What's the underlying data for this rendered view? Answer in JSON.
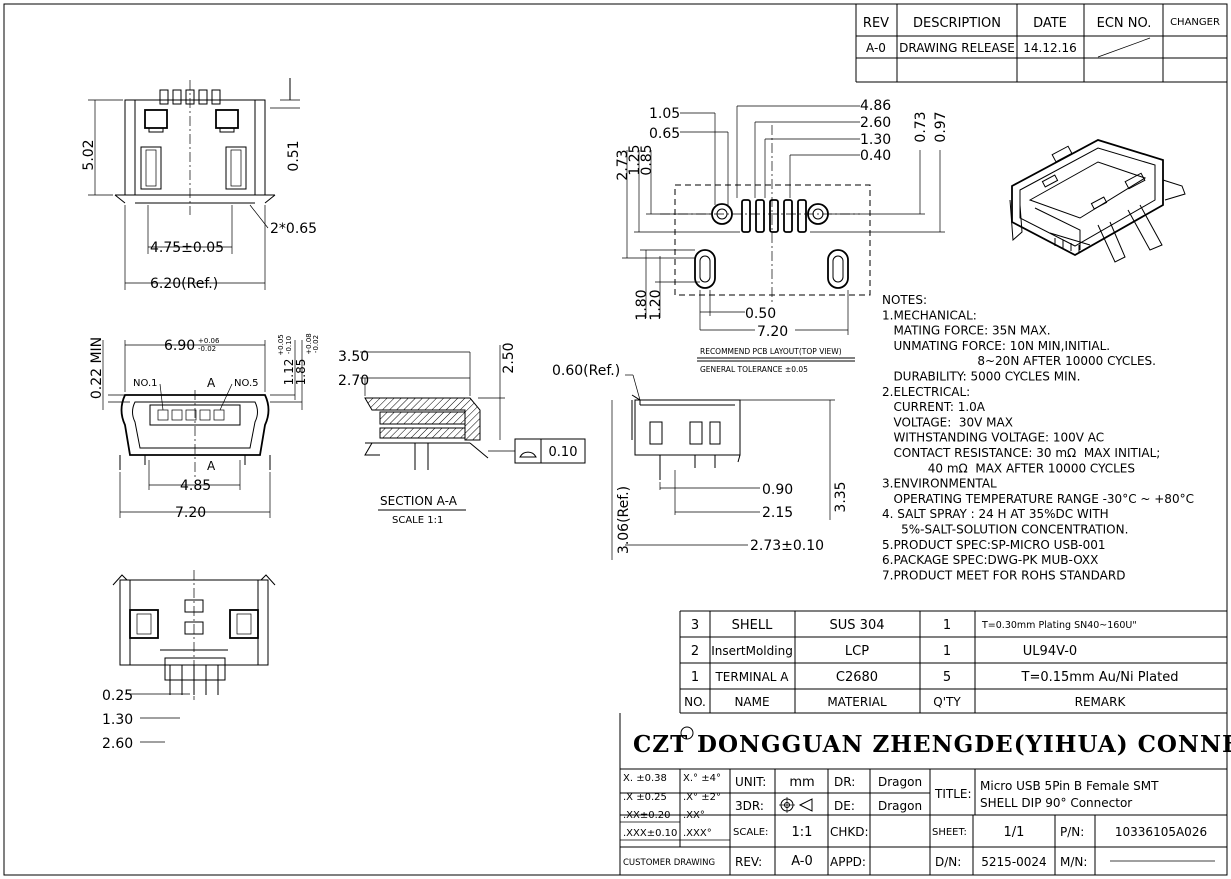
{
  "revision_block": {
    "headers": [
      "REV",
      "DESCRIPTION",
      "DATE",
      "ECN NO.",
      "CHANGER"
    ],
    "rows": [
      [
        "A-0",
        "DRAWING RELEASE",
        "14.12.16",
        "",
        ""
      ]
    ]
  },
  "front_view": {
    "dims": {
      "height": "5.02",
      "right": "0.51",
      "pitch": "2*0.65",
      "width_tol": "4.75±0.05",
      "width_ref": "6.20(Ref.)"
    }
  },
  "pcb_layout": {
    "dims_top": [
      "1.05",
      "0.65",
      "4.86",
      "2.60",
      "1.30",
      "0.40"
    ],
    "dims_right": [
      "0.73",
      "0.97"
    ],
    "dims_left": [
      "2.73",
      "1.25",
      "0.85"
    ],
    "dims_bottom_left": [
      "1.80",
      "1.20"
    ],
    "dims_bottom": [
      "0.50",
      "7.20"
    ],
    "caption": "RECOMMEND PCB LAYOUT(TOP VIEW)",
    "tolerance": "GENERAL TOLERANCE ±0.05"
  },
  "mid_view": {
    "width": "6.90",
    "width_tol_up": "+0.06",
    "width_tol_dn": "-0.02",
    "min_label": "0.22 MIN",
    "h1": "1.12",
    "h1_up": "+0.05",
    "h1_dn": "-0.10",
    "h2": "1.85",
    "h2_up": "+0.08",
    "h2_dn": "-0.02",
    "no1": "NO.1",
    "no5": "NO.5",
    "sec_a": "A",
    "dim_485": "4.85",
    "dim_720": "7.20"
  },
  "section": {
    "dims": [
      "3.50",
      "2.70",
      "2.50"
    ],
    "flatness": "0.10",
    "title": "SECTION A-A",
    "scale": "SCALE 1:1"
  },
  "side_view": {
    "top_ref": "0.60(Ref.)",
    "left_ref": "3.06(Ref.)",
    "dims": [
      "0.90",
      "2.15",
      "2.73±0.10",
      "3.35"
    ]
  },
  "bottom_view": {
    "dims": [
      "0.25",
      "1.30",
      "2.60"
    ]
  },
  "notes": [
    "NOTES:",
    "1.MECHANICAL:",
    "   MATING FORCE: 35N MAX.",
    "   UNMATING FORCE: 10N MIN,INITIAL.",
    "                         8~20N AFTER 10000 CYCLES.",
    "   DURABILITY: 5000 CYCLES MIN.",
    "2.ELECTRICAL:",
    "   CURRENT: 1.0A",
    "   VOLTAGE:  30V MAX",
    "   WITHSTANDING VOLTAGE: 100V AC",
    "   CONTACT RESISTANCE: 30 mΩ  MAX INITIAL;",
    "            40 mΩ  MAX AFTER 10000 CYCLES",
    "3.ENVIRONMENTAL",
    "   OPERATING TEMPERATURE RANGE -30°C ~ +80°C",
    "4. SALT SPRAY : 24 H AT 35%DC WITH",
    "     5%-SALT-SOLUTION CONCENTRATION.",
    "5.PRODUCT SPEC:SP-MICRO USB-001",
    "6.PACKAGE SPEC:DWG-PK MUB-OXX",
    "7.PRODUCT MEET FOR ROHS STANDARD"
  ],
  "bom": {
    "rows": [
      [
        "3",
        "SHELL",
        "SUS 304",
        "1",
        "T=0.30mm  Plating SN40~160U\""
      ],
      [
        "2",
        "InsertMolding",
        "LCP",
        "1",
        "UL94V-0"
      ],
      [
        "1",
        "TERMINAL A",
        "C2680",
        "5",
        "T=0.15mm Au/Ni Plated"
      ]
    ],
    "headers": [
      "NO.",
      "NAME",
      "MATERIAL",
      "Q'TY",
      "REMARK"
    ]
  },
  "title_block": {
    "company": "CZT",
    "company_full": "DONGGUAN ZHENGDE(YIHUA) CONNECTOR CO.,LTD",
    "tolerances": [
      [
        "X. ±0.38",
        "X.° ±4°"
      ],
      [
        ".X ±0.25",
        ".X° ±2°"
      ],
      [
        ".XX±0.20",
        ".XX°"
      ],
      [
        ".XXX±0.10",
        ".XXX°"
      ]
    ],
    "unit_label": "UNIT:",
    "unit": "mm",
    "dr_label": "DR:",
    "dr": "Dragon",
    "projection_label": "3DR:",
    "de_label": "DE:",
    "de": "Dragon",
    "scale_label": "SCALE:",
    "scale": "1:1",
    "chkd_label": "CHKD:",
    "chkd": "",
    "rev_label": "REV:",
    "rev": "A-0",
    "appd_label": "APPD:",
    "appd": "",
    "customer_drawing": "CUSTOMER DRAWING",
    "title_label": "TITLE:",
    "title_l1": "Micro USB 5Pin B Female SMT",
    "title_l2": "SHELL DIP 90° Connector",
    "sheet_label": "SHEET:",
    "sheet": "1/1",
    "pn_label": "P/N:",
    "pn": "10336105A026",
    "dn_label": "D/N:",
    "dn": "5215-0024",
    "mn_label": "M/N:",
    "mn": ""
  }
}
